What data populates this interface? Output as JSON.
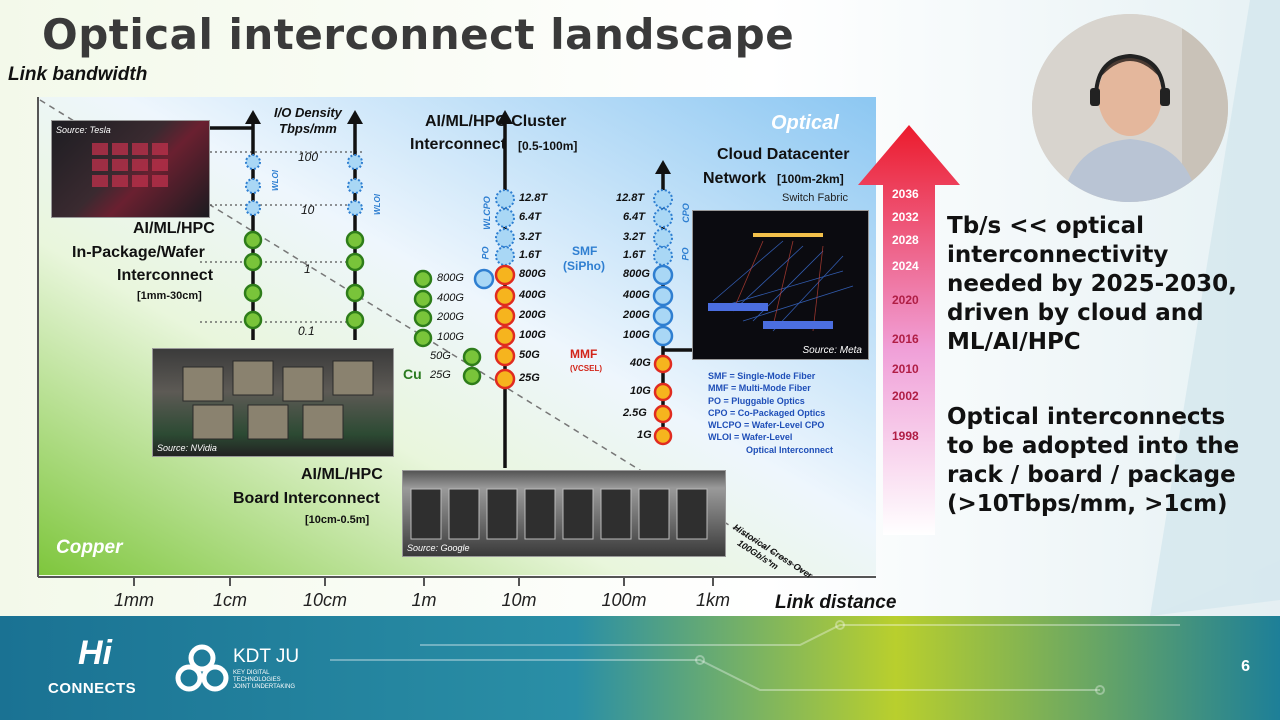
{
  "title": "Optical interconnect landscape",
  "axes": {
    "y_label": "Link bandwidth",
    "x_label": "Link distance",
    "x_ticks": [
      "1mm",
      "1cm",
      "10cm",
      "1m",
      "10m",
      "100m",
      "1km"
    ]
  },
  "regions": {
    "optical": "Optical",
    "copper": "Copper"
  },
  "io_density": {
    "title_line1": "I/O Density",
    "title_line2": "Tbps/mm",
    "levels": [
      "100",
      "10",
      "1",
      "0.1"
    ],
    "column_label": "WLOI"
  },
  "in_package": {
    "line1": "AI/ML/HPC",
    "line2": "In-Package/Wafer",
    "line3": "Interconnect",
    "range": "[1mm-30cm]",
    "photo_source": "Source: Tesla"
  },
  "board": {
    "line1": "AI/ML/HPC",
    "line2": "Board Interconnect",
    "range": "[10cm-0.5m]",
    "photo_source_nvidia": "Source: NVidia",
    "photo_source_google": "Source: Google"
  },
  "cluster": {
    "line1": "AI/ML/HPC Cluster",
    "line2": "Interconnect",
    "range": "[0.5-100m]",
    "copper_label": "Cu",
    "copper_rates": [
      "800G",
      "400G",
      "200G",
      "100G",
      "50G",
      "25G"
    ],
    "optical_rates": [
      "12.8T",
      "6.4T",
      "3.2T",
      "1.6T",
      "800G",
      "400G",
      "200G",
      "100G",
      "50G",
      "25G"
    ],
    "wlcpo_label": "WLCPO",
    "po_label": "PO",
    "smf_line1": "SMF",
    "smf_line2": "(SiPho)",
    "mmf_line1": "MMF",
    "mmf_line2": "(VCSEL)"
  },
  "datacenter": {
    "line1": "Cloud Datacenter",
    "line2": "Network",
    "range": "[100m-2km]",
    "switch_fabric": "Switch Fabric",
    "rates": [
      "12.8T",
      "6.4T",
      "3.2T",
      "1.6T",
      "800G",
      "400G",
      "200G",
      "100G",
      "40G",
      "10G",
      "2.5G",
      "1G"
    ],
    "cpo_label": "CPO",
    "po_label": "PO",
    "photo_source": "Source: Meta"
  },
  "legend": [
    "SMF = Single-Mode Fiber",
    "MMF = Multi-Mode Fiber",
    "PO = Pluggable Optics",
    "CPO = Co-Packaged Optics",
    "WLCPO = Wafer-Level CPO",
    "WLOI = Wafer-Level",
    "Optical Interconnect"
  ],
  "crossover": {
    "line1": "Historical Cross Over",
    "line2": "100Gb/s*m"
  },
  "timeline_years": [
    "2036",
    "2032",
    "2028",
    "2024",
    "2020",
    "2016",
    "2010",
    "2002",
    "1998"
  ],
  "right_text": {
    "para1": [
      "Tb/s << optical",
      "interconnectivity",
      "needed by 2025-2030,",
      "driven by cloud and",
      "ML/AI/HPC"
    ],
    "para2": [
      "Optical interconnects",
      "to be adopted into the",
      "rack / board / package",
      "(>10Tbps/mm, >1cm)"
    ]
  },
  "footer": {
    "logo_hi": "Hi",
    "logo_connects": "CONNECTS",
    "kdt": "KDT JU",
    "kdt_sub": [
      "KEY DIGITAL",
      "TECHNOLOGIES",
      "JOINT UNDERTAKING"
    ],
    "page_number": "6"
  },
  "colors": {
    "accent_blue": "#2f7fd1",
    "smf_fill": "#a9d7f5",
    "mmf_fill": "#f6b41e",
    "copper_fill": "#79c43a",
    "mmf_stroke": "#e02b20",
    "footer_teal": "#1b7d99"
  },
  "icons": [
    "arrow-up-icon",
    "bandwidth-timeline-arrow-icon",
    "kdt-logo-icon",
    "hi-connects-logo-icon"
  ]
}
